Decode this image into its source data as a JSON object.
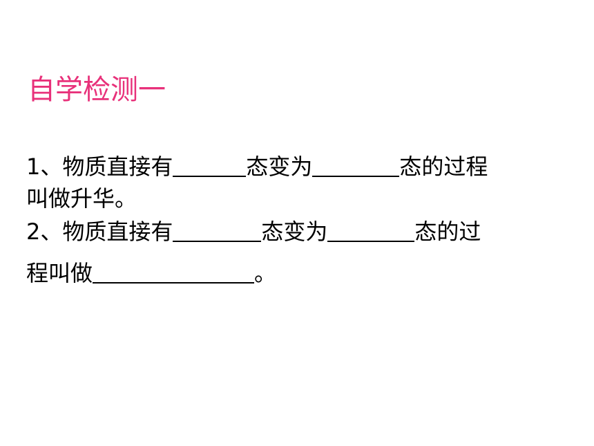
{
  "slide": {
    "title": "自学检测一",
    "title_color": "#e8317a",
    "text_color": "#000000",
    "q1": {
      "number": "1、",
      "part1": "物质直接有",
      "part2": "态变为",
      "part3": "态的过程",
      "part4": "叫做升华。"
    },
    "q2": {
      "number": "2、",
      "part1": "物质直接有",
      "part2": "态变为",
      "part3": "态的过",
      "part4": "程叫做",
      "part5": "。"
    }
  }
}
